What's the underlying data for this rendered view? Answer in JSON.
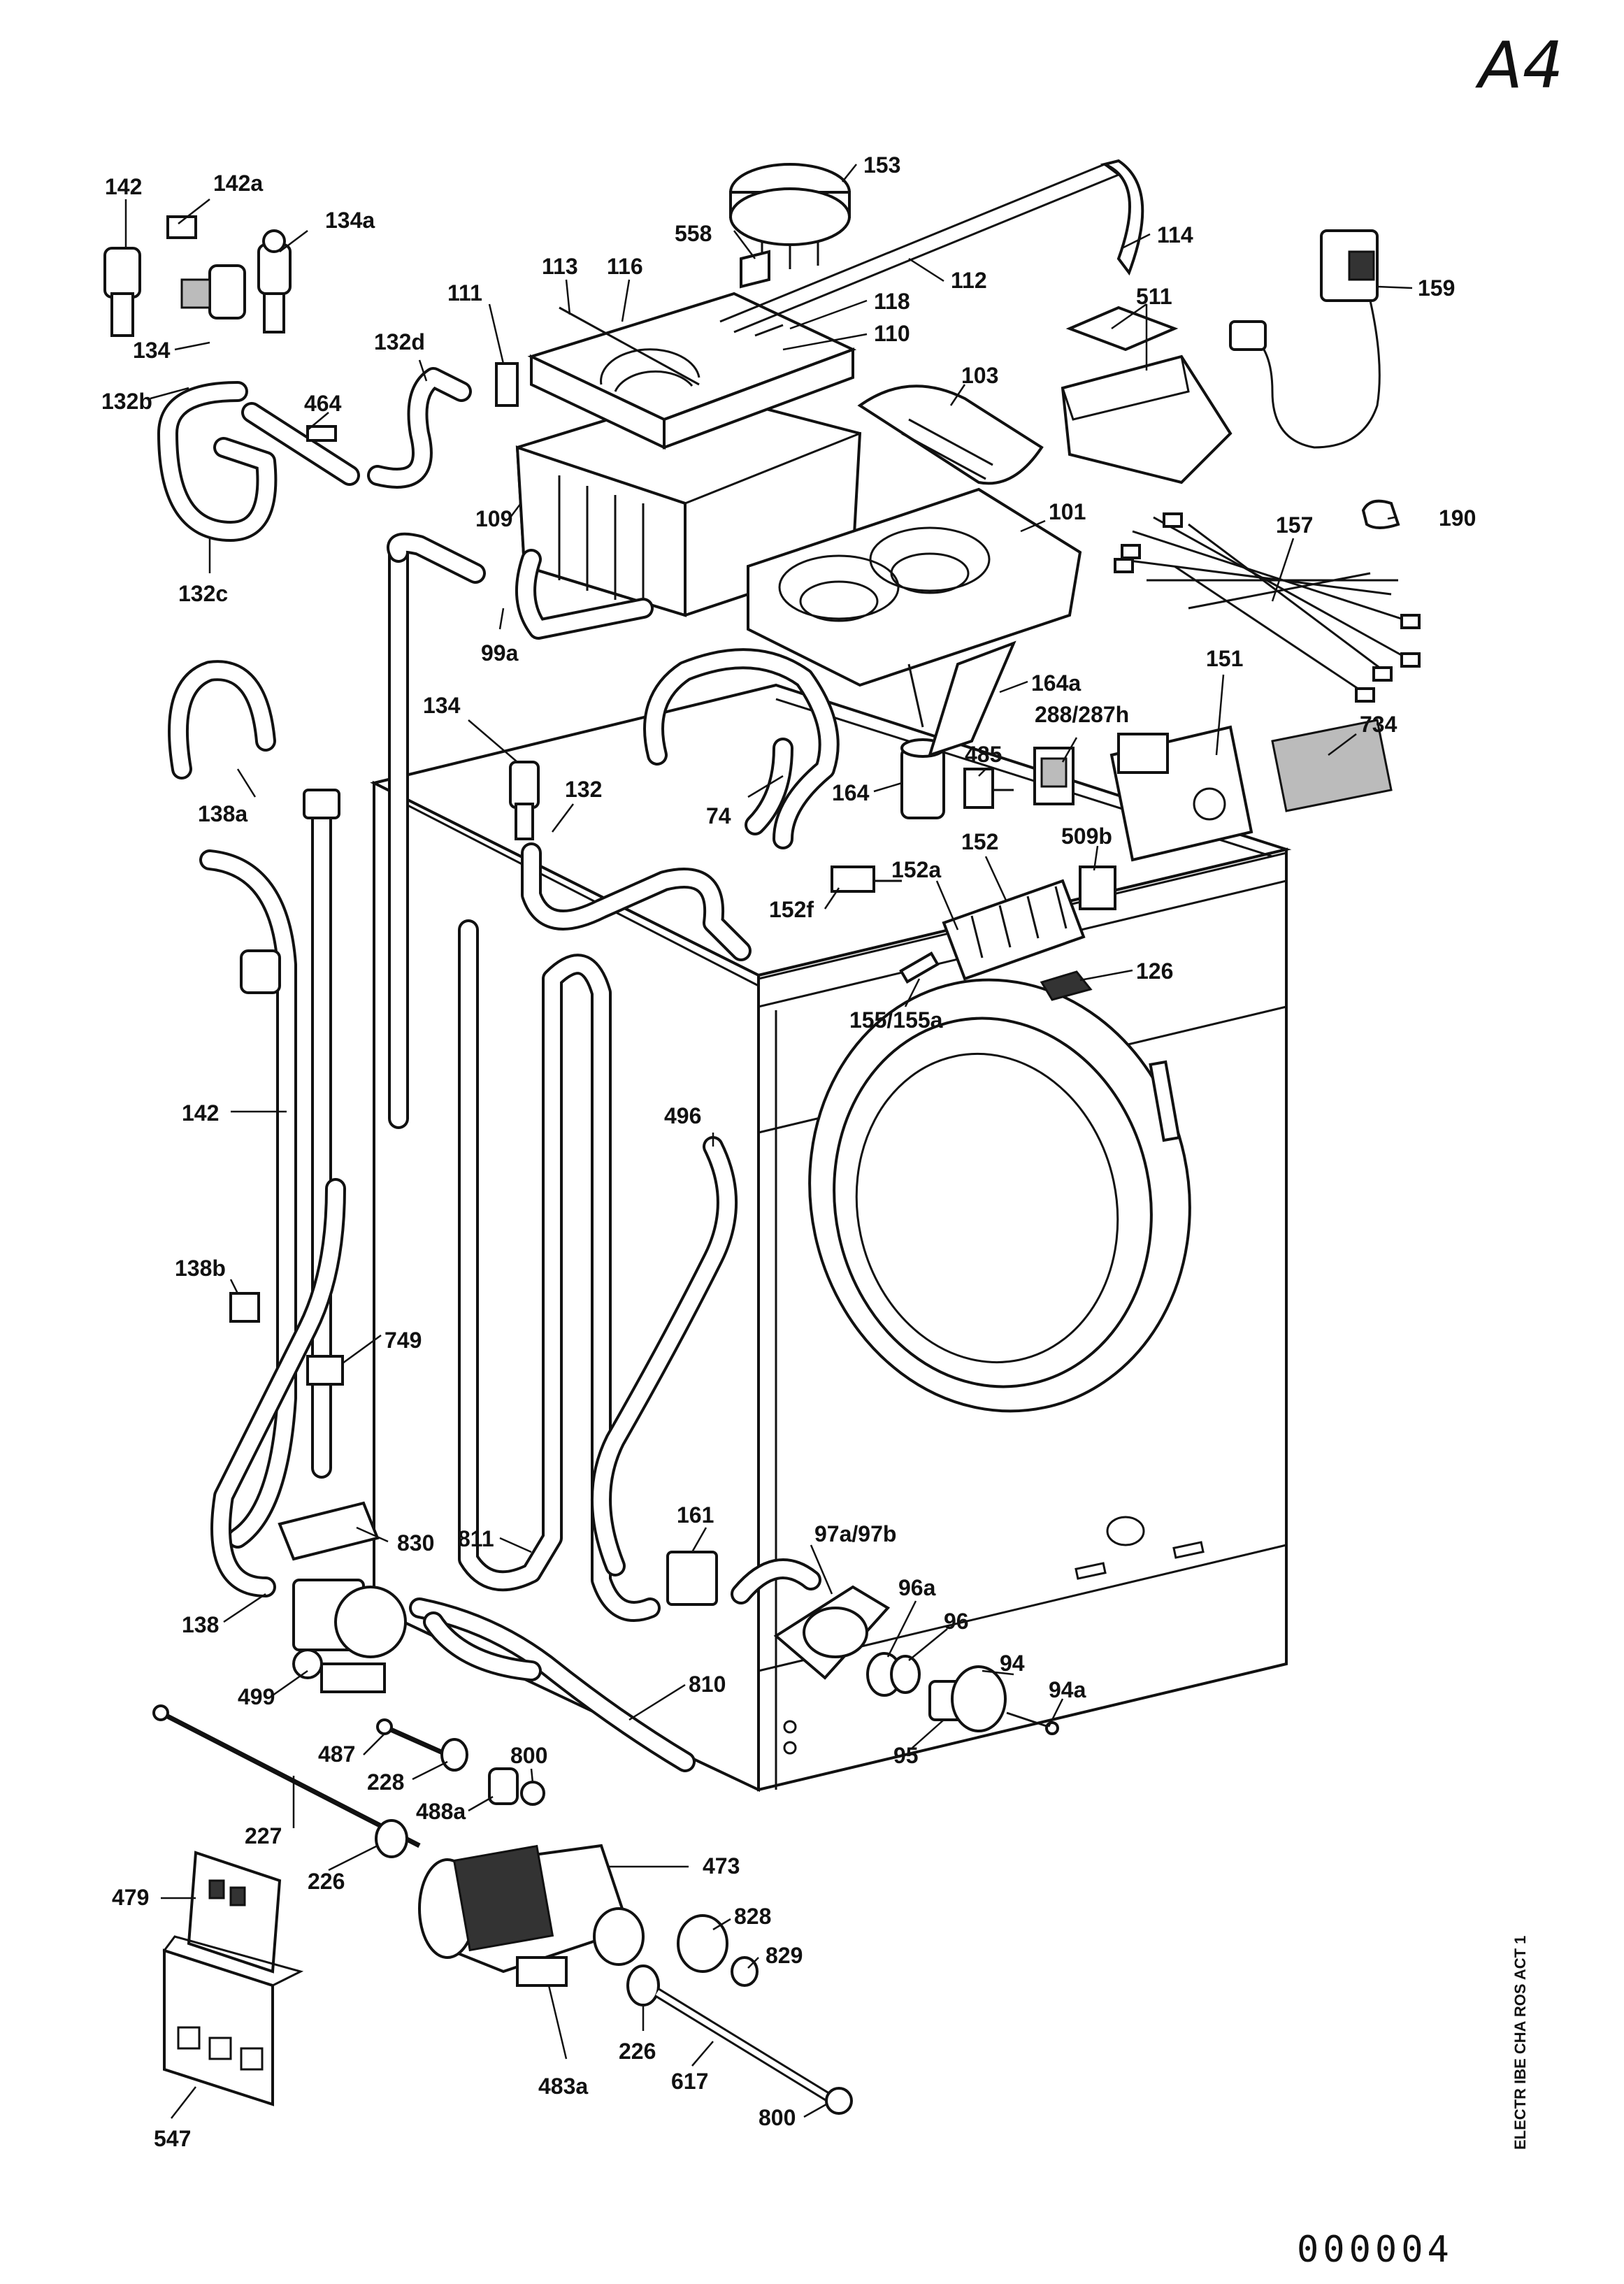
{
  "sheet": {
    "corner_mark": "A4",
    "document_number": "000004",
    "side_caption": "ELECTR IBE CHA ROS ACT 1"
  },
  "callouts": [
    {
      "id": "142-top",
      "label": "142"
    },
    {
      "id": "142a",
      "label": "142a"
    },
    {
      "id": "134a",
      "label": "134a"
    },
    {
      "id": "134-top",
      "label": "134"
    },
    {
      "id": "132b",
      "label": "132b"
    },
    {
      "id": "132c",
      "label": "132c"
    },
    {
      "id": "132d",
      "label": "132d"
    },
    {
      "id": "464",
      "label": "464"
    },
    {
      "id": "111",
      "label": "111"
    },
    {
      "id": "113",
      "label": "113"
    },
    {
      "id": "116",
      "label": "116"
    },
    {
      "id": "558",
      "label": "558"
    },
    {
      "id": "153",
      "label": "153"
    },
    {
      "id": "112",
      "label": "112"
    },
    {
      "id": "114",
      "label": "114"
    },
    {
      "id": "118",
      "label": "118"
    },
    {
      "id": "110",
      "label": "110"
    },
    {
      "id": "159",
      "label": "159"
    },
    {
      "id": "511",
      "label": "511"
    },
    {
      "id": "103",
      "label": "103"
    },
    {
      "id": "109",
      "label": "109"
    },
    {
      "id": "99a",
      "label": "99a"
    },
    {
      "id": "101",
      "label": "101"
    },
    {
      "id": "157",
      "label": "157"
    },
    {
      "id": "190",
      "label": "190"
    },
    {
      "id": "151",
      "label": "151"
    },
    {
      "id": "734",
      "label": "734"
    },
    {
      "id": "164a",
      "label": "164a"
    },
    {
      "id": "288-287h",
      "label": "288/287h"
    },
    {
      "id": "485",
      "label": "485"
    },
    {
      "id": "164",
      "label": "164"
    },
    {
      "id": "152",
      "label": "152"
    },
    {
      "id": "509b",
      "label": "509b"
    },
    {
      "id": "152a",
      "label": "152a"
    },
    {
      "id": "152f",
      "label": "152f"
    },
    {
      "id": "126",
      "label": "126"
    },
    {
      "id": "155-155a",
      "label": "155/155a"
    },
    {
      "id": "134-mid",
      "label": "134"
    },
    {
      "id": "132",
      "label": "132"
    },
    {
      "id": "74",
      "label": "74"
    },
    {
      "id": "138a",
      "label": "138a"
    },
    {
      "id": "142-mid",
      "label": "142"
    },
    {
      "id": "496",
      "label": "496"
    },
    {
      "id": "138b",
      "label": "138b"
    },
    {
      "id": "749",
      "label": "749"
    },
    {
      "id": "830",
      "label": "830"
    },
    {
      "id": "811",
      "label": "811"
    },
    {
      "id": "161",
      "label": "161"
    },
    {
      "id": "97a-97b",
      "label": "97a/97b"
    },
    {
      "id": "96a",
      "label": "96a"
    },
    {
      "id": "96",
      "label": "96"
    },
    {
      "id": "94",
      "label": "94"
    },
    {
      "id": "94a",
      "label": "94a"
    },
    {
      "id": "95",
      "label": "95"
    },
    {
      "id": "138",
      "label": "138"
    },
    {
      "id": "499",
      "label": "499"
    },
    {
      "id": "810",
      "label": "810"
    },
    {
      "id": "487",
      "label": "487"
    },
    {
      "id": "228",
      "label": "228"
    },
    {
      "id": "800-top",
      "label": "800"
    },
    {
      "id": "488a",
      "label": "488a"
    },
    {
      "id": "227",
      "label": "227"
    },
    {
      "id": "226-left",
      "label": "226"
    },
    {
      "id": "473",
      "label": "473"
    },
    {
      "id": "479",
      "label": "479"
    },
    {
      "id": "828",
      "label": "828"
    },
    {
      "id": "829",
      "label": "829"
    },
    {
      "id": "226-right",
      "label": "226"
    },
    {
      "id": "617",
      "label": "617"
    },
    {
      "id": "483a",
      "label": "483a"
    },
    {
      "id": "800-bottom",
      "label": "800"
    },
    {
      "id": "547",
      "label": "547"
    }
  ]
}
